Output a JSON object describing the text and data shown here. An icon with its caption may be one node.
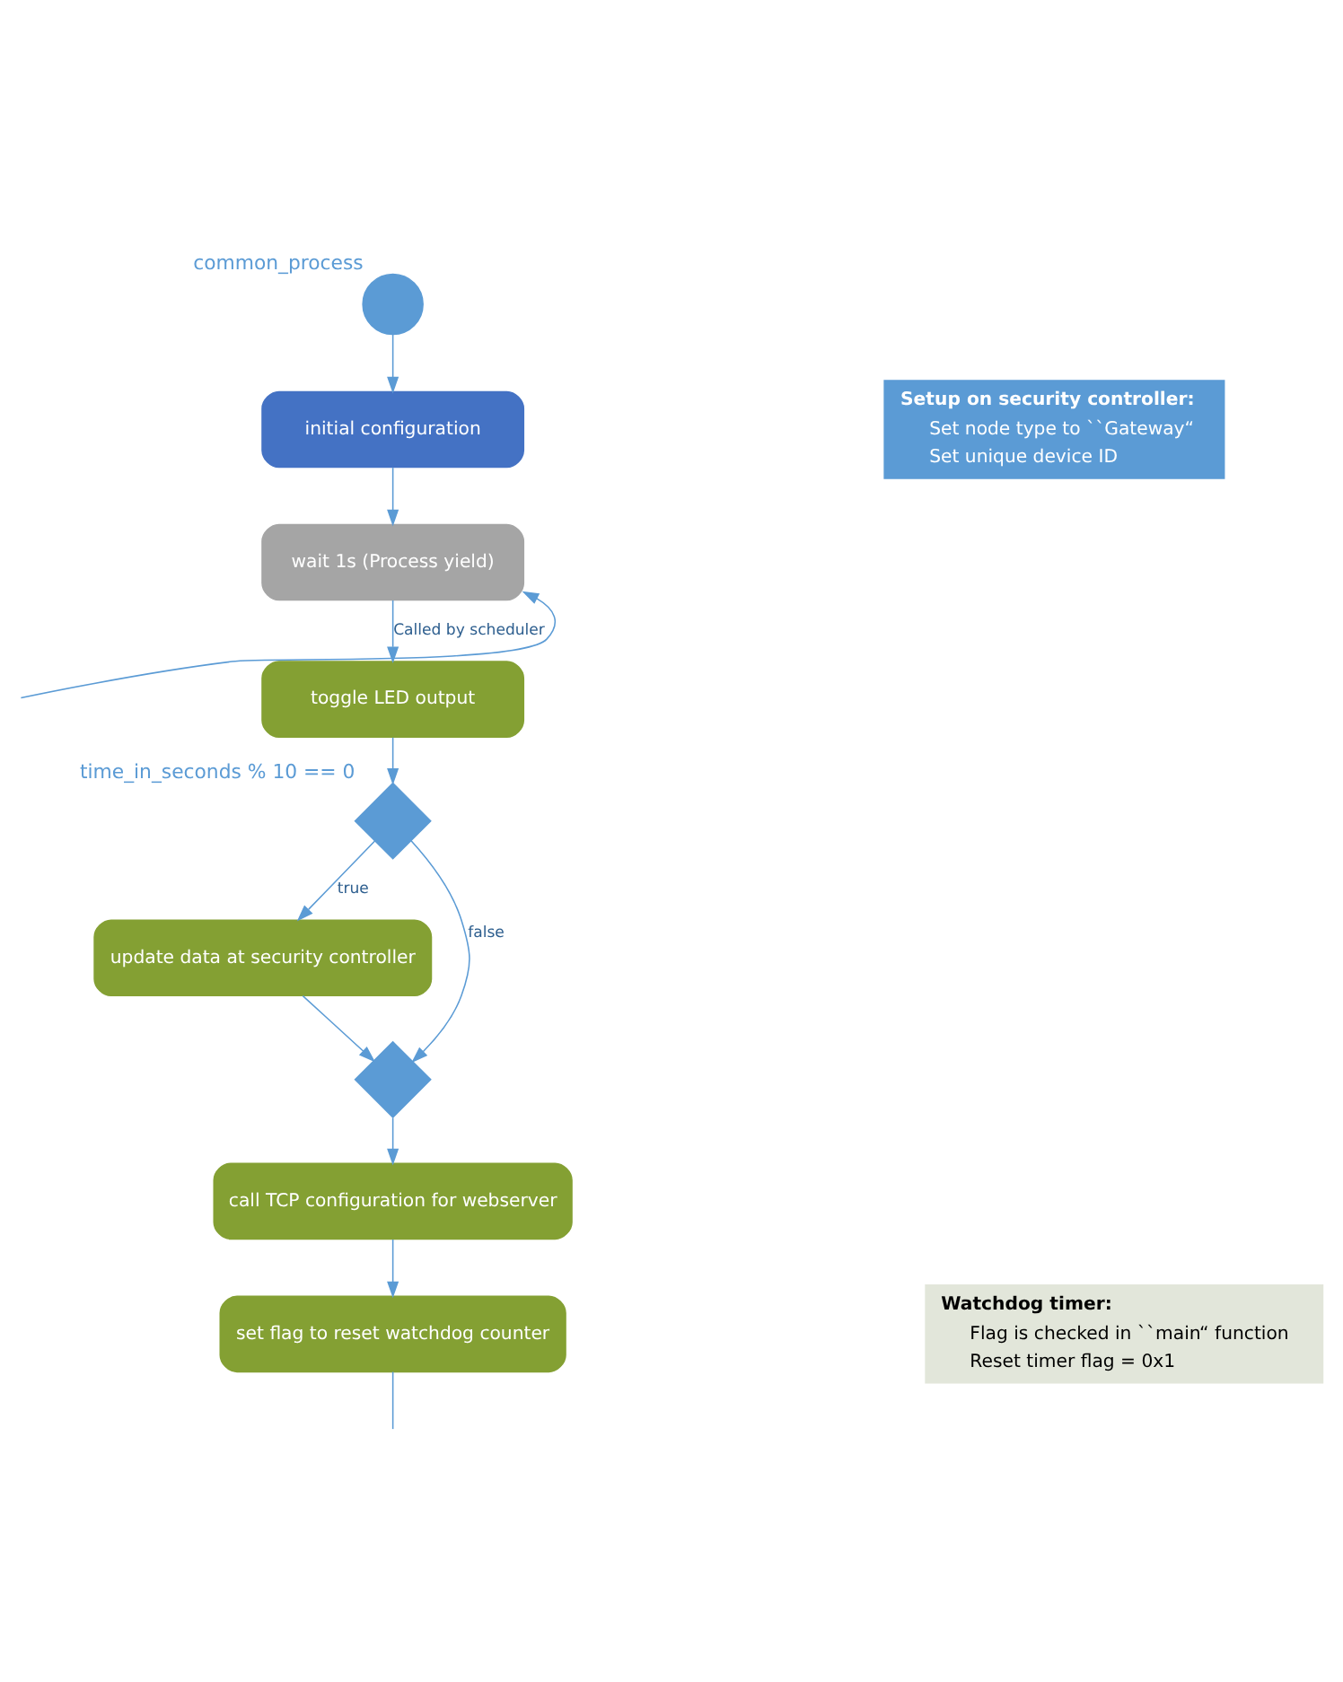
{
  "diagram": {
    "nodes": [
      {
        "text": [],
        "shape": "circle",
        "beside": [
          "common_process"
        ]
      },
      {
        "text": [
          "initial configuration"
        ]
      },
      {
        "text": [
          "wait 1s (Process yield)"
        ]
      },
      {
        "text": [
          "toggle LED output"
        ]
      },
      {
        "text": [],
        "shape": "diamond",
        "beside": [
          "time_in_seconds % 10 == 0"
        ]
      },
      {
        "text": [
          "update data at security controller"
        ]
      },
      {
        "text": [],
        "shape": "diamond"
      },
      {
        "text": [
          "call TCP configuration for webserver"
        ]
      },
      {
        "text": [
          "set flag to reset watchdog counter"
        ]
      },
      {
        "text": [
          "Setup on security controller:",
          "Set node type to ``Gateway“",
          "Set unique device ID"
        ]
      },
      {
        "text": [
          "Watchdog timer:",
          "Flag is checked in ``main“ function",
          "Reset timer flag = 0x1"
        ]
      }
    ],
    "edges": [
      {
        "from": 0,
        "to": 1,
        "arrow": "to"
      },
      {
        "from": 1,
        "to": 2,
        "arrow": "to"
      },
      {
        "from": 2,
        "to": 3,
        "arrow": "to",
        "label": "Called by scheduler"
      },
      {
        "from": 3,
        "to": 4,
        "arrow": "to"
      },
      {
        "from": 4,
        "to": 5,
        "arrow": "to",
        "label": "true"
      },
      {
        "from": 4,
        "to": 6,
        "arrow": "to",
        "label": "false"
      },
      {
        "from": 5,
        "to": 6,
        "arrow": "to"
      },
      {
        "from": 6,
        "to": 7,
        "arrow": "to"
      },
      {
        "from": 7,
        "to": 8,
        "arrow": "to"
      },
      {
        "from": 8,
        "to": null,
        "arrow": "none"
      },
      {
        "from": null,
        "to": 2,
        "arrow": "to"
      }
    ]
  }
}
